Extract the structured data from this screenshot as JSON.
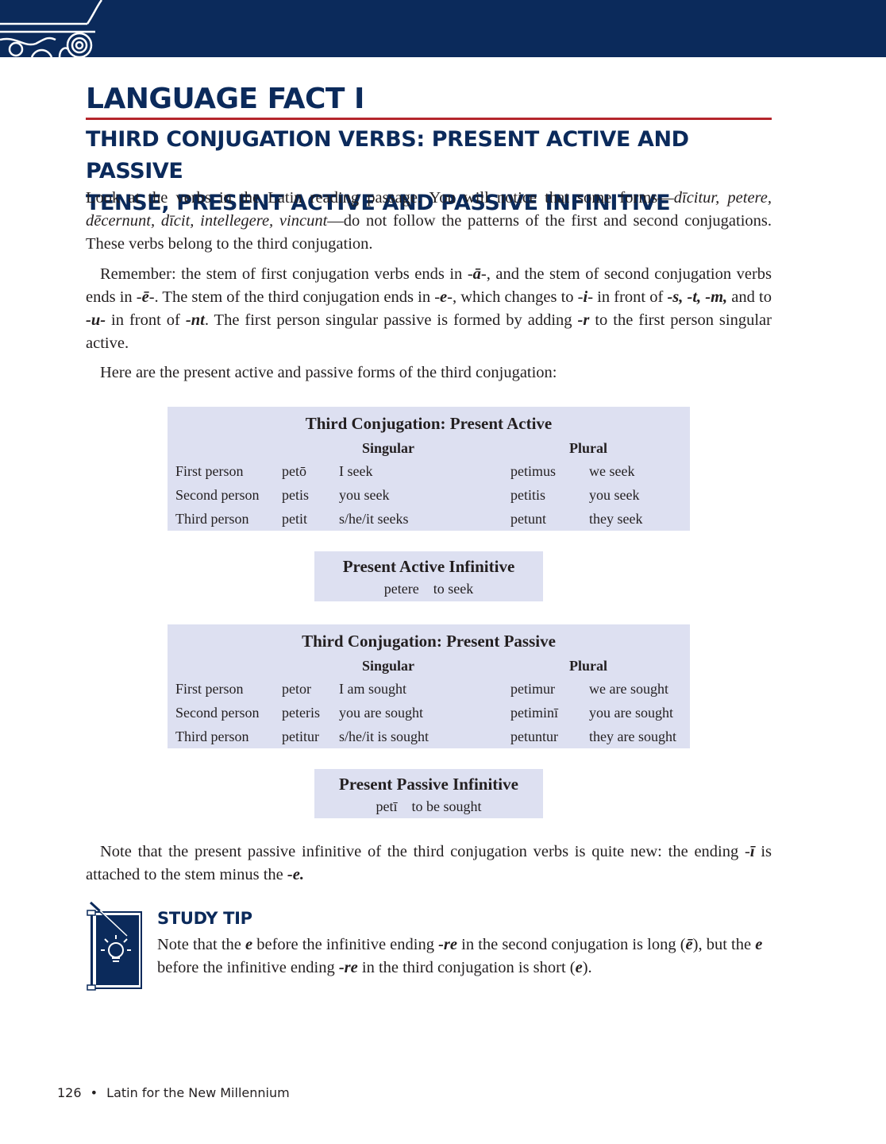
{
  "colors": {
    "navy": "#0b2a5b",
    "accent_red": "#b5262c",
    "table_bg": "#dde0f1"
  },
  "header": {
    "ornament": "ionic-capital-icon"
  },
  "heading": {
    "title": "LANGUAGE FACT I",
    "subtitle_line1": "THIRD CONJUGATION VERBS: PRESENT ACTIVE AND PASSIVE",
    "subtitle_line2": "TENSE, PRESENT ACTIVE AND PASSIVE INFINITIVE"
  },
  "para1": {
    "t1": "Look at the verbs in the Latin reading passage. You will notice that some forms—",
    "i1": "dīcitur, petere, dēcernunt, dīcit, intellegere, vincunt",
    "t2": "—do not follow the patterns of the first and second conjuga­tions. These verbs belong to the third conjugation."
  },
  "para2": {
    "t1": "Remember: the stem of first conjugation verbs ends in -",
    "b1": "ā",
    "t2": "-, and the stem of second conjugation verbs ends in -",
    "b2": "ē",
    "t3": "-. The stem of the third conjugation ends in -",
    "b3": "e",
    "t4": "-, which changes to -",
    "b4": "i",
    "t5": "- in front of ",
    "b5": "-s, -t, -m,",
    "t6": " and to ",
    "b6": "-u-",
    "t7": " in front of ",
    "b7": "-nt",
    "t8": ". The first person singular passive is formed by adding ",
    "b8": "-r",
    "t9": " to the first person singular active."
  },
  "para3": "Here are the present active and passive forms of the third conjugation:",
  "table_active": {
    "title": "Third Conjugation: Present Active",
    "singular": "Singular",
    "plural": "Plural",
    "rows": [
      {
        "person": "First person",
        "sg": "petō",
        "sg_en": "I seek",
        "pl": "petimus",
        "pl_en": "we seek"
      },
      {
        "person": "Second person",
        "sg": "petis",
        "sg_en": "you seek",
        "pl": "petitis",
        "pl_en": "you seek"
      },
      {
        "person": "Third person",
        "sg": "petit",
        "sg_en": "s/he/it seeks",
        "pl": "petunt",
        "pl_en": "they seek"
      }
    ]
  },
  "inf_active": {
    "title": "Present Active Infinitive",
    "latin": "petere",
    "english": "to seek"
  },
  "table_passive": {
    "title": "Third Conjugation: Present Passive",
    "singular": "Singular",
    "plural": "Plural",
    "rows": [
      {
        "person": "First person",
        "sg": "petor",
        "sg_en": "I am sought",
        "pl": "petimur",
        "pl_en": "we are sought"
      },
      {
        "person": "Second person",
        "sg": "peteris",
        "sg_en": "you are sought",
        "pl": "petiminī",
        "pl_en": "you are sought"
      },
      {
        "person": "Third person",
        "sg": "petitur",
        "sg_en": "s/he/it is sought",
        "pl": "petuntur",
        "pl_en": "they are sought"
      }
    ]
  },
  "inf_passive": {
    "title": "Present Passive Infinitive",
    "latin": "petī",
    "english": "to be sought"
  },
  "para4": {
    "t1": "Note that the present passive infinitive of the third conjugation verbs is quite new: the ending -",
    "b1": "ī",
    "t2": " is attached to the stem minus the ",
    "b2": "-e."
  },
  "study_tip": {
    "icon": "lightbulb-scroll-icon",
    "title": "STUDY TIP",
    "t1": "Note that the ",
    "b1": "e",
    "t2": " before the infinitive ending ",
    "b2": "-re",
    "t3": " in the second conjugation is long (",
    "b3": "ē",
    "t4": "), but the ",
    "b4": "e",
    "t5": " before the infinitive ending ",
    "b5": "-re",
    "t6": " in the third conjugation is short (",
    "b6": "e",
    "t7": ")."
  },
  "footer": {
    "page": "126",
    "separator": "•",
    "book": "Latin for the New Millennium"
  }
}
